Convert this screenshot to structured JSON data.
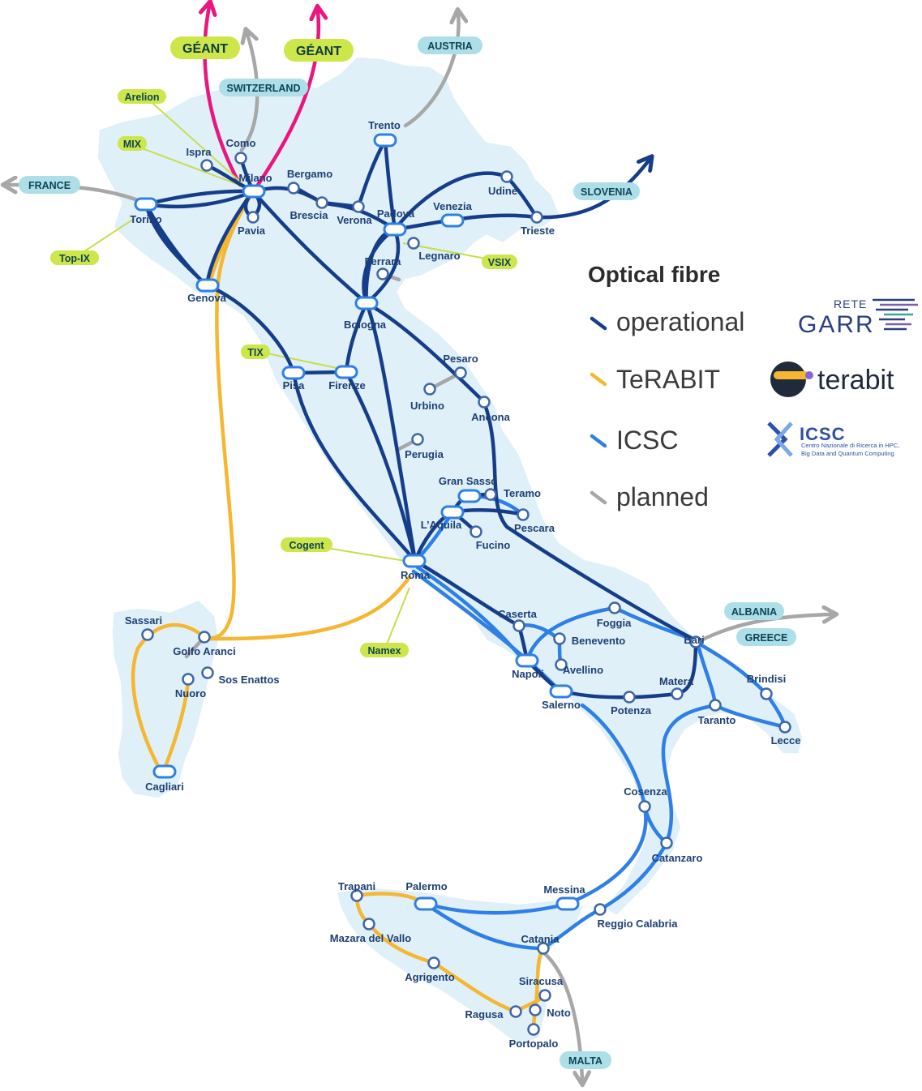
{
  "legend": {
    "title": "Optical fibre",
    "items": [
      {
        "label": "operational",
        "color": "#153d8a"
      },
      {
        "label": "TeRABIT",
        "color": "#f5b731"
      },
      {
        "label": "ICSC",
        "color": "#2e7fe6"
      },
      {
        "label": "planned",
        "color": "#a7a7a7"
      }
    ]
  },
  "logos": {
    "garr_top": "RETE",
    "garr_main": "GARR",
    "terabit": "terabit",
    "icsc": "ICSC",
    "icsc_subtitle_1": "Centro Nazionale di Ricerca in HPC,",
    "icsc_subtitle_2": "Big Data and Quantum Computing"
  },
  "colors": {
    "land": "#dff0f9",
    "operational": "#153d8a",
    "terabit": "#f5b731",
    "icsc": "#2e7fe6",
    "planned": "#a7a7a7",
    "geant": "#e8177f",
    "pill_blue": "#aedfe8",
    "pill_green": "#cde64a"
  },
  "external_links": {
    "geant_1": "GÉANT",
    "geant_2": "GÉANT",
    "switzerland": "SWITZERLAND",
    "austria": "AUSTRIA",
    "france": "FRANCE",
    "slovenia": "SLOVENIA",
    "albania": "ALBANIA",
    "greece": "GREECE",
    "malta": "MALTA"
  },
  "exchange_points": {
    "arelion": "Arelion",
    "mix": "MIX",
    "top_ix": "Top-IX",
    "vsix": "VSIX",
    "tix": "TIX",
    "cogent": "Cogent",
    "namex": "Namex"
  },
  "cities": {
    "ispra": "Ispra",
    "como": "Como",
    "milano": "Milano",
    "bergamo": "Bergamo",
    "brescia": "Brescia",
    "verona": "Verona",
    "trento": "Trento",
    "padova": "Padova",
    "venezia": "Venezia",
    "udine": "Udine",
    "trieste": "Trieste",
    "legnaro": "Legnaro",
    "ferrara": "Ferrara",
    "torino": "Torino",
    "pavia": "Pavia",
    "genova": "Genova",
    "bologna": "Bologna",
    "pisa": "Pisa",
    "firenze": "Firenze",
    "pesaro": "Pesaro",
    "urbino": "Urbino",
    "ancona": "Ancona",
    "perugia": "Perugia",
    "gran_sasso": "Gran Sasso",
    "teramo": "Teramo",
    "laquila": "L’Aquila",
    "pescara": "Pescara",
    "fucino": "Fucino",
    "roma": "Roma",
    "caserta": "Caserta",
    "benevento": "Benevento",
    "foggia": "Foggia",
    "napoli": "Napoli",
    "avellino": "Avellino",
    "salerno": "Salerno",
    "potenza": "Potenza",
    "matera": "Matera",
    "bari": "Bari",
    "brindisi": "Brindisi",
    "taranto": "Taranto",
    "lecce": "Lecce",
    "cosenza": "Cosenza",
    "catanzaro": "Catanzaro",
    "messina": "Messina",
    "reggio_calabria": "Reggio Calabria",
    "palermo": "Palermo",
    "trapani": "Trapani",
    "mazara": "Mazara del Vallo",
    "agrigento": "Agrigento",
    "catania": "Catania",
    "siracusa": "Siracusa",
    "noto": "Noto",
    "ragusa": "Ragusa",
    "portopalo": "Portopalo",
    "sassari": "Sassari",
    "golfo_aranci": "Golfo Aranci",
    "sos_enattos": "Sos Enattos",
    "nuoro": "Nuoro",
    "cagliari": "Cagliari"
  }
}
